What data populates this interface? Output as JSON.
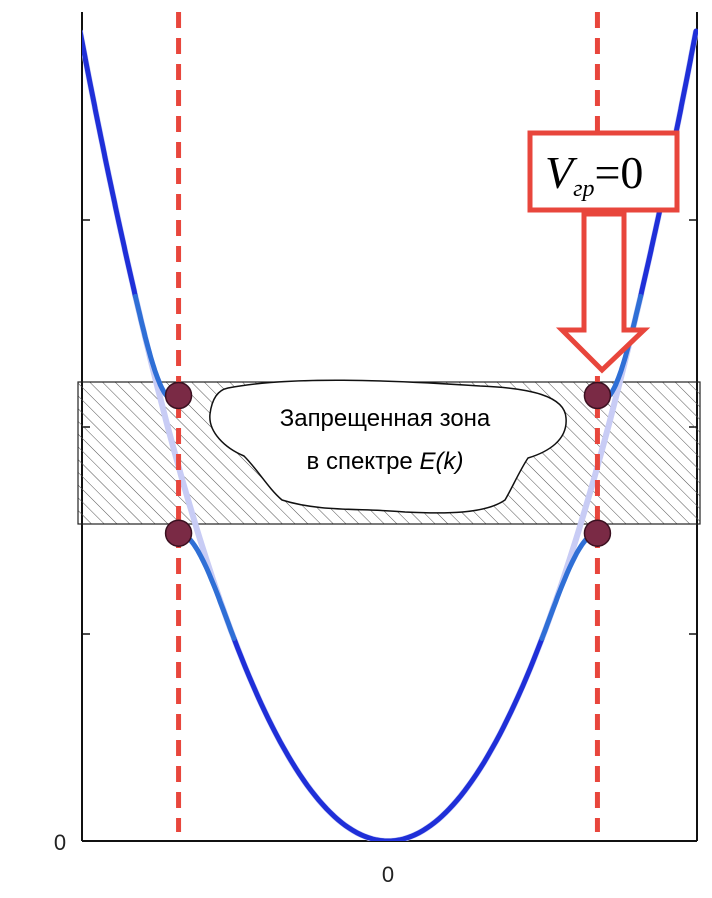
{
  "chart_data": {
    "type": "line",
    "title": "",
    "xlabel": "",
    "ylabel": "",
    "x_tick_labels": [
      "0"
    ],
    "y_tick_labels": [
      "0"
    ],
    "xlim": [
      -1.0,
      1.0
    ],
    "ylim": [
      0,
      1.0
    ],
    "grid": false,
    "series": [
      {
        "dispersion": "E(k) = k^2",
        "x": [
          -1.0,
          -0.8,
          -0.6,
          -0.4,
          -0.2,
          0.0,
          0.2,
          0.4,
          0.6,
          0.8,
          1.0
        ],
        "y": [
          1.0,
          0.64,
          0.36,
          0.16,
          0.04,
          0.0,
          0.04,
          0.16,
          0.36,
          0.64,
          1.0
        ]
      }
    ],
    "gap_band": {
      "y_low": 0.38,
      "y_high": 0.55
    },
    "brillouin_boundaries_x": [
      -0.68,
      0.68
    ],
    "gap_edge_points": [
      {
        "x": -0.68,
        "y": 0.55
      },
      {
        "x": -0.68,
        "y": 0.38
      },
      {
        "x": 0.68,
        "y": 0.55
      },
      {
        "x": 0.68,
        "y": 0.38
      }
    ],
    "annotations": {
      "gap_label_line1": "Запрещенная зона",
      "gap_label_line2_prefix": "в спектре ",
      "gap_label_line2_italic": "E(k)",
      "group_velocity": {
        "symbol": "V",
        "subscript": "гр",
        "rest": "=0"
      }
    },
    "colors": {
      "curve": "#1f2fd8",
      "curve_perturbed": "#2f6fd6",
      "boundary": "#e8463c",
      "point": "#7a2a45",
      "label_box": "#e8463c"
    }
  }
}
